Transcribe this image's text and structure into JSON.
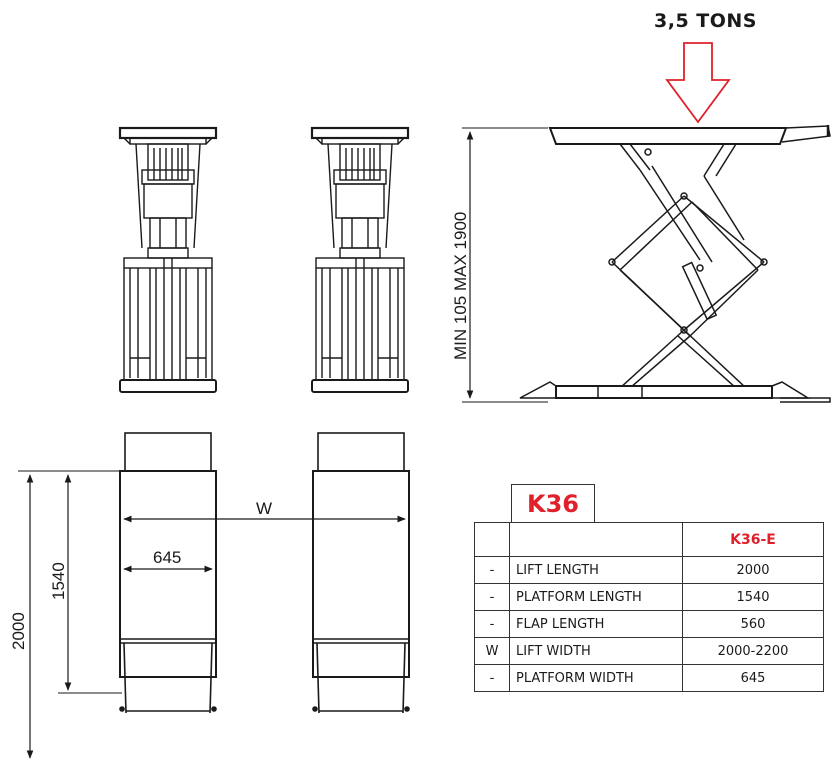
{
  "load": {
    "label": "3,5 TONS",
    "arrow_color": "#e0202a"
  },
  "height_dimension": "MIN 105 MAX 1900",
  "dimensions": {
    "lift_length": "2000",
    "platform_length": "1540",
    "lift_width_symbol": "W",
    "platform_width": "645"
  },
  "spec": {
    "model": "K36",
    "column_header": "K36-E",
    "accent_color": "#e0202a",
    "rows": [
      {
        "symbol": "-",
        "label": "LIFT LENGTH",
        "value": "2000"
      },
      {
        "symbol": "-",
        "label": "PLATFORM LENGTH",
        "value": "1540"
      },
      {
        "symbol": "-",
        "label": "FLAP LENGTH",
        "value": "560"
      },
      {
        "symbol": "W",
        "label": "LIFT WIDTH",
        "value": "2000-2200"
      },
      {
        "symbol": "-",
        "label": "PLATFORM WIDTH",
        "value": "645"
      }
    ]
  }
}
